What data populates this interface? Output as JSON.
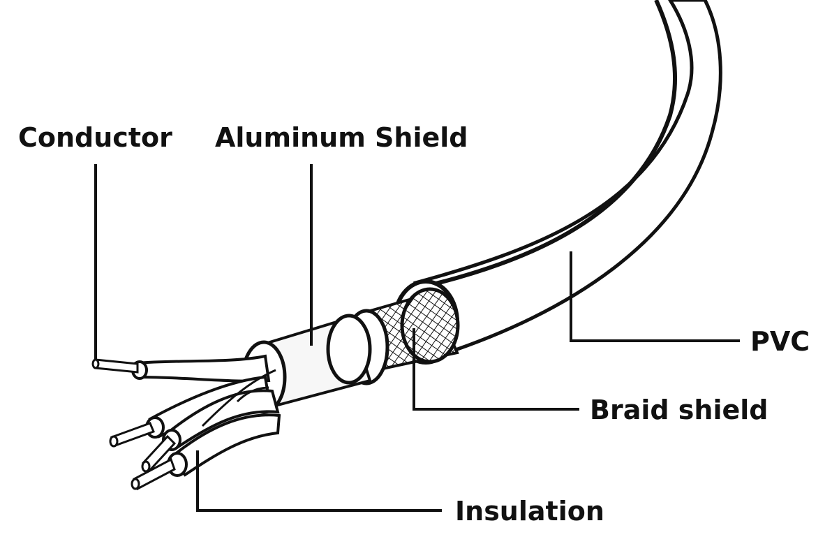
{
  "labels": {
    "conductor": "Conductor",
    "aluminum_shield": "Aluminum Shield",
    "pvc": "PVC",
    "braid_shield": "Braid shield",
    "insulation": "Insulation"
  },
  "colors": {
    "ink": "#111111",
    "fill": "#ffffff",
    "foil": "#f2f2f2",
    "braid": "#dddddd"
  }
}
